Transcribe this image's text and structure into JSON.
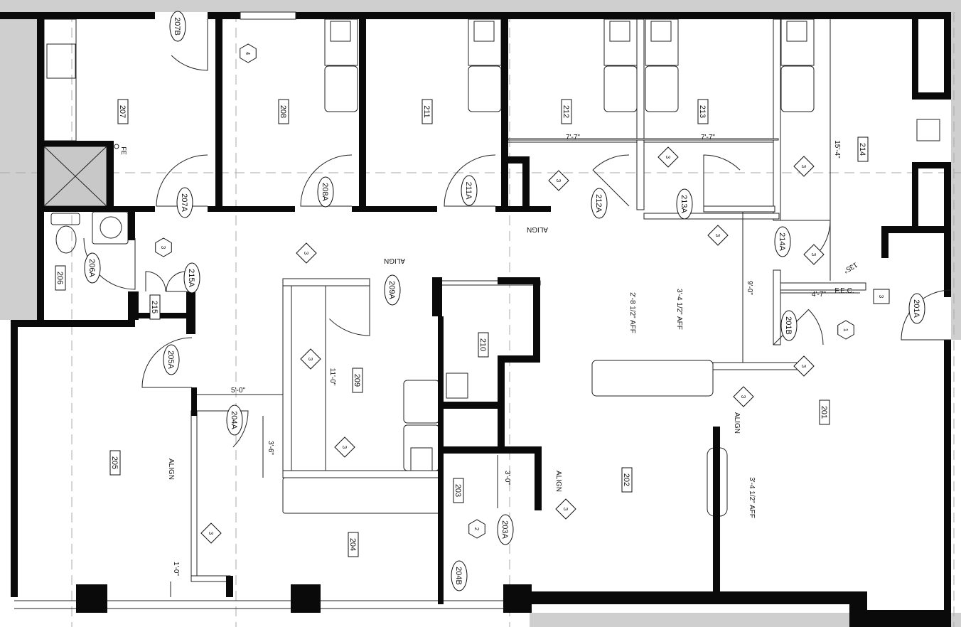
{
  "plan": {
    "colors": {
      "wall": "#0a0a0a",
      "background": "#ffffff",
      "margin": "#cfcfcf",
      "shaft": "#c8c8c8",
      "grid": "#a8a8a8"
    },
    "rooms": [
      {
        "number": "207"
      },
      {
        "number": "208"
      },
      {
        "number": "211"
      },
      {
        "number": "212"
      },
      {
        "number": "213"
      },
      {
        "number": "214"
      },
      {
        "number": "206"
      },
      {
        "number": "215"
      },
      {
        "number": "209"
      },
      {
        "number": "210"
      },
      {
        "number": "205"
      },
      {
        "number": "204"
      },
      {
        "number": "203"
      },
      {
        "number": "202"
      },
      {
        "number": "201"
      }
    ],
    "doors": [
      {
        "tag": "207B"
      },
      {
        "tag": "207A"
      },
      {
        "tag": "208A"
      },
      {
        "tag": "211A"
      },
      {
        "tag": "212A"
      },
      {
        "tag": "213A"
      },
      {
        "tag": "214A"
      },
      {
        "tag": "206A"
      },
      {
        "tag": "215A"
      },
      {
        "tag": "209A"
      },
      {
        "tag": "205A"
      },
      {
        "tag": "204A"
      },
      {
        "tag": "201A"
      },
      {
        "tag": "201B"
      },
      {
        "tag": "203A"
      },
      {
        "tag": "204B"
      }
    ],
    "keynotes_diamond": [
      "3",
      "3",
      "3",
      "3",
      "3",
      "3",
      "3",
      "3",
      "3",
      "3",
      "3",
      "3"
    ],
    "keynotes_hex": [
      "4",
      "3",
      "2",
      "1"
    ],
    "keynote_square": "3",
    "dimensions": [
      "7'-7\"",
      "7'-7\"",
      "15'-4\"",
      "9'-0\"",
      "4'-7\"",
      "F.E.C.",
      "135°",
      "2'-8 1/2\" AFF",
      "3'-4 1/2\" AFF",
      "3'-4 1/2\" AFF",
      "11'-0\"",
      "5'-0\"",
      "3'-6\"",
      "3'-0\"",
      "1'-0\""
    ],
    "align_notes": [
      "ALIGN",
      "ALIGN",
      "ALIGN",
      "ALIGN",
      "ALIGN"
    ],
    "fire_extinguisher": "FE"
  }
}
